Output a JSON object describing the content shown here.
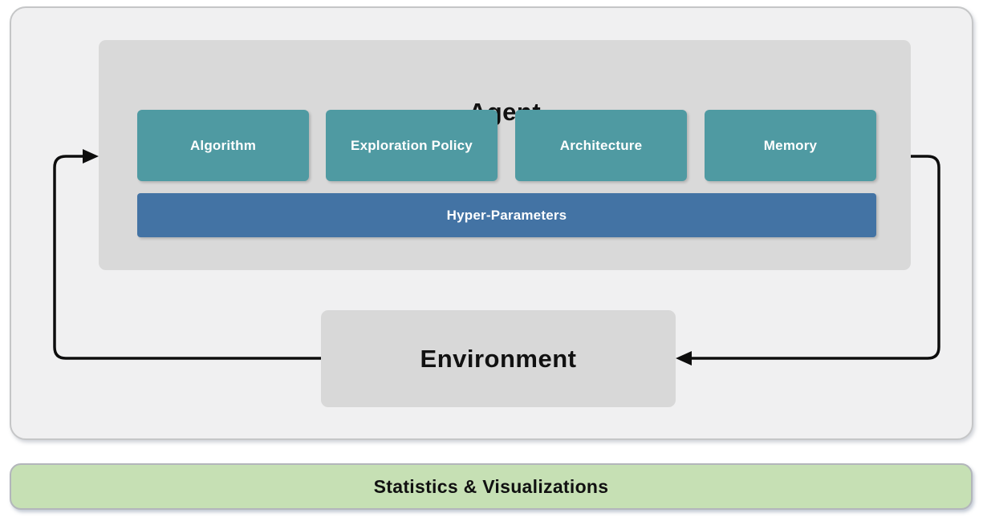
{
  "diagram": {
    "agent": {
      "title": "Agent",
      "components": [
        {
          "label": "Algorithm"
        },
        {
          "label": "Exploration Policy"
        },
        {
          "label": "Architecture"
        },
        {
          "label": "Memory"
        }
      ],
      "hyperparameters_label": "Hyper-Parameters"
    },
    "environment": {
      "title": "Environment"
    },
    "footer": {
      "label": "Statistics & Visualizations"
    },
    "arrows": [
      {
        "name": "environment-to-agent",
        "direction": "from Environment left side, up and into Agent left side"
      },
      {
        "name": "agent-to-environment",
        "direction": "from Agent right side, down and into Environment right side"
      }
    ],
    "colors": {
      "component_teal": "#4f9aa2",
      "hyperparameters_blue": "#4373a4",
      "agent_box_gray": "#d9d9d9",
      "environment_gray": "#d8d8d8",
      "outer_panel_gray": "#f0f0f1",
      "footer_green": "#c6e0b4",
      "arrow_black": "#0d0d0d"
    }
  }
}
